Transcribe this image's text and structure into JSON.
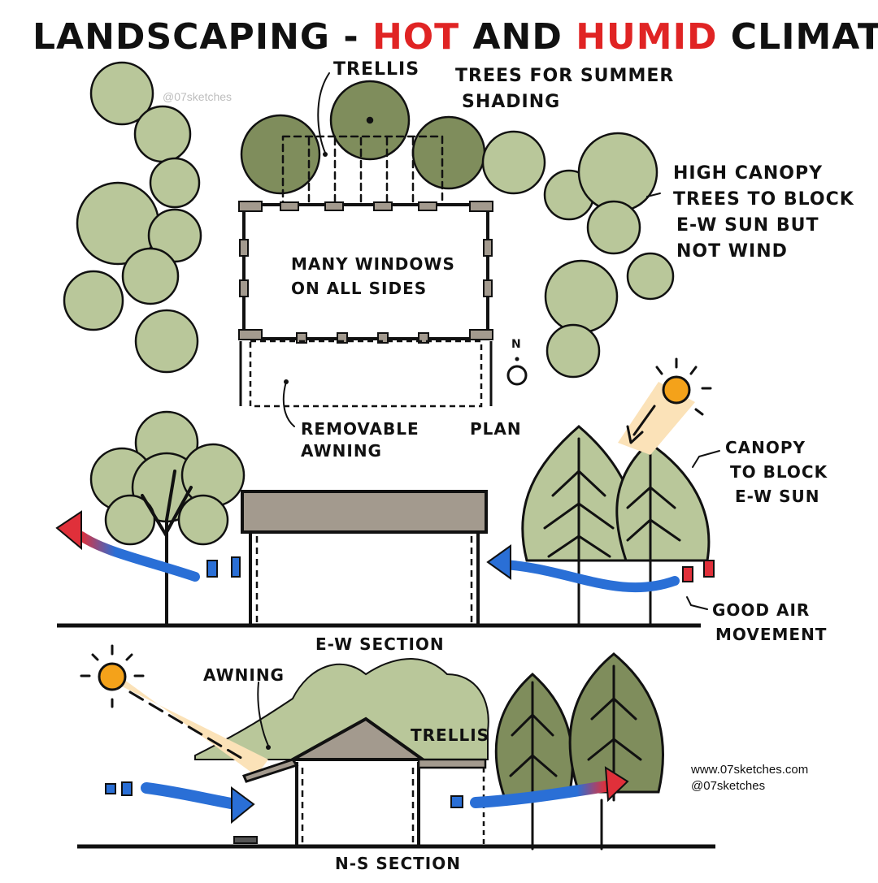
{
  "title": {
    "part1": "LANDSCAPING - ",
    "hot": "HOT",
    "and": " AND ",
    "humid": "HUMID",
    "climate": " CLIMATE"
  },
  "labels": {
    "trellis_top": "TRELLIS",
    "trees_summer_1": "TREES FOR SUMMER",
    "trees_summer_2": "SHADING",
    "high_canopy_1": "HIGH CANOPY",
    "high_canopy_2": "TREES TO BLOCK",
    "high_canopy_3": "E-W SUN BUT",
    "high_canopy_4": "NOT WIND",
    "windows_1": "MANY WINDOWS",
    "windows_2": "ON ALL SIDES",
    "north": "N",
    "removable_1": "REMOVABLE",
    "removable_2": "AWNING",
    "plan": "PLAN",
    "canopy_1": "CANOPY",
    "canopy_2": "TO BLOCK",
    "canopy_3": "E-W SUN",
    "good_air_1": "GOOD AIR",
    "good_air_2": "MOVEMENT",
    "ew_section": "E-W SECTION",
    "awning": "AWNING",
    "trellis_ns": "TRELLIS",
    "ns_section": "N-S SECTION"
  },
  "watermarks": {
    "handle_top": "@07sketches",
    "website": "www.07sketches.com",
    "handle_bottom": "@07sketches"
  },
  "colors": {
    "hot": "#e02424",
    "ink": "#111111",
    "tree_light": "#b9c79a",
    "tree_dark": "#7f8d5c",
    "roof": "#a39a8e",
    "wind_blue": "#2a6fd6",
    "wind_red": "#e0303a",
    "sun": "#f4a21a",
    "sun_beam": "#fbe2b8"
  }
}
